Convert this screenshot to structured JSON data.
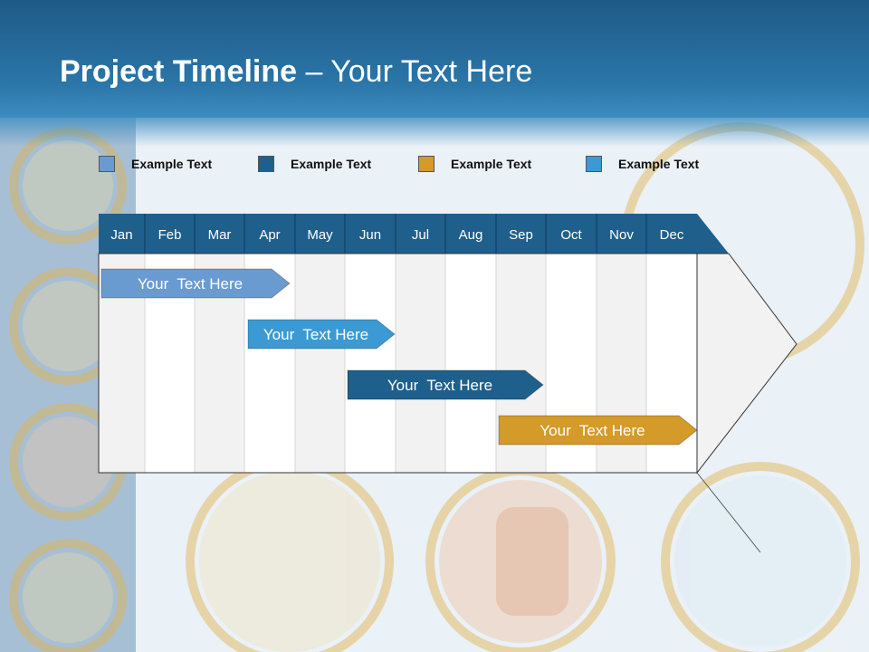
{
  "slide": {
    "title_bold": "Project Timeline",
    "title_rest": " – Your Text Here"
  },
  "legend": [
    {
      "label": "Example Text",
      "color": "#6a9bd0"
    },
    {
      "label": "Example Text",
      "color": "#1f5f8b"
    },
    {
      "label": "Example Text",
      "color": "#d49a2a"
    },
    {
      "label": "Example Text",
      "color": "#3b9ad4"
    }
  ],
  "months": [
    "Jan",
    "Feb",
    "Mar",
    "Apr",
    "May",
    "Jun",
    "Jul",
    "Aug",
    "Sep",
    "Oct",
    "Nov",
    "Dec"
  ],
  "bars": [
    {
      "label": "Your  Text Here",
      "color": "#6a9bd0",
      "start_month": "Jan",
      "end_month": "Apr"
    },
    {
      "label": "Your  Text Here",
      "color": "#3b9ad4",
      "start_month": "Apr",
      "end_month": "Jun"
    },
    {
      "label": "Your  Text Here",
      "color": "#1f5f8b",
      "start_month": "Jun",
      "end_month": "Sep"
    },
    {
      "label": "Your  Text Here",
      "color": "#d49a2a",
      "start_month": "Sep",
      "end_month": "Dec"
    }
  ],
  "colors": {
    "header": "#1f5a86",
    "month_bar": "#1f5f8b"
  }
}
